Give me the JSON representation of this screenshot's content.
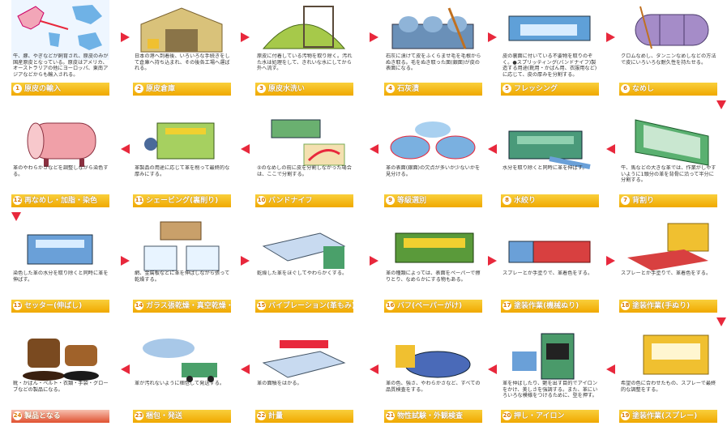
{
  "steps": [
    {
      "n": "1",
      "label": "原皮の輸入",
      "desc": "牛、豚、やぎなどが飼育され、原皮のみが国産原皮となっている。原皮はアメリカ、オーストラリアの他にヨーロッパ、東南アジアなどからも輸入される。",
      "icon": "world-map-icon"
    },
    {
      "n": "2",
      "label": "原皮倉庫",
      "desc": "日本の港へ到着後、いろいろな手続きをして倉庫へ持ち込まれ、その後各工場へ運ばれる。",
      "icon": "warehouse-icon"
    },
    {
      "n": "3",
      "label": "原皮水洗い",
      "desc": "原皮に付着している汚物を取り除く。汚れた水は処理をして、きれいな水にしてから外へ流す。",
      "icon": "washing-drum-icon"
    },
    {
      "n": "4",
      "label": "石灰漬",
      "desc": "石灰に漬けて皮をふくらませ毛を毛根からぬき取る。毛をぬき取った面(銀面)が皮の表面になる。",
      "icon": "lime-vats-icon"
    },
    {
      "n": "5",
      "label": "フレッシング",
      "desc": "皮の裏面に付いている不要物を取りのぞく。●スプリッティング(バンドナイフ)製造する用途(靴用・かばん用、衣服用など)に応じて、皮の厚みを分割する。",
      "icon": "fleshing-machine-icon"
    },
    {
      "n": "6",
      "label": "なめし",
      "desc": "クロムなめし、タンニンなめしなどの方法で皮にいろいろな耐久性を持たせる。",
      "icon": "tanning-drum-icon"
    },
    {
      "n": "7",
      "label": "背割り",
      "desc": "牛、馬などの大きな革では、作業がしやすいように1頭分の革を背骨に沿って半分に分割する。",
      "icon": "cutting-table-icon"
    },
    {
      "n": "8",
      "label": "水絞り",
      "desc": "水分を取り除くと同時に革を伸ばす。",
      "icon": "wringer-machine-icon"
    },
    {
      "n": "9",
      "label": "等級選別",
      "desc": "革の表面(銀面)の欠点が多いか少ないかを見分ける。",
      "icon": "sorting-icon"
    },
    {
      "n": "10",
      "label": "バンドナイフ",
      "desc": "⑤のなめしの前に皮を分割しなかった場合は、ここで分割する。",
      "icon": "band-knife-icon"
    },
    {
      "n": "11",
      "label": "シェービング(裏削り)",
      "desc": "革製品の用途に応じて革を削って最終的な厚みにする。",
      "icon": "shaving-machine-icon"
    },
    {
      "n": "12",
      "label": "再なめし・加脂・染色",
      "desc": "革のやわらかさなどを調整しながら染色する。",
      "icon": "dyeing-drum-icon"
    },
    {
      "n": "13",
      "label": "セッター(伸ばし)",
      "desc": "染色した革の水分を取り除くと同時に革を伸ばす。",
      "icon": "setter-machine-icon"
    },
    {
      "n": "14",
      "label": "ガラス張乾燥・真空乾燥・網張乾燥",
      "desc": "網、金属板などに革を伸ばしながら張って乾燥する。",
      "icon": "drying-icon"
    },
    {
      "n": "15",
      "label": "バイブレーション(革もみ)",
      "desc": "乾燥した革をほぐしてやわらかくする。",
      "icon": "vibration-machine-icon"
    },
    {
      "n": "16",
      "label": "バフ(ペーパーがけ)",
      "desc": "革の種類によっては、表面をペーパーで擦りとり、なめらかにする物もある。",
      "icon": "buffing-machine-icon"
    },
    {
      "n": "17",
      "label": "塗装作業(機械ぬり)",
      "desc": "スプレーとか手塗りで、革着色をする。",
      "icon": "machine-painting-icon"
    },
    {
      "n": "18",
      "label": "塗装作業(手ぬり)",
      "desc": "スプレーとか手塗りで、革着色をする。",
      "icon": "hand-painting-icon"
    },
    {
      "n": "19",
      "label": "塗装作業(スプレー)",
      "desc": "希望の色に合わせたもの、スプレーで最終的な調整をする。",
      "icon": "spray-booth-icon"
    },
    {
      "n": "20",
      "label": "押し・アイロン",
      "desc": "革を仲ばしたり、艶を出す目的でアイロンをかけ、美しさを強調する。また、革にいろいろな模様をつけるために、型を押す。",
      "icon": "ironing-press-icon"
    },
    {
      "n": "21",
      "label": "物性試験・外観検査",
      "desc": "革の色、強さ、やわらかさなど、すべての品質検査をする。",
      "icon": "inspection-icon"
    },
    {
      "n": "22",
      "label": "計量",
      "desc": "革の面積をはかる。",
      "icon": "measuring-icon"
    },
    {
      "n": "23",
      "label": "梱包・発送",
      "desc": "革が汚れないように梱包して発送する。",
      "icon": "packing-truck-icon"
    },
    {
      "n": "24",
      "label": "製品となる",
      "desc": "靴・かばん・ベルト・衣類・手袋・グローブなどの製品になる。",
      "icon": "leather-goods-icon"
    }
  ]
}
